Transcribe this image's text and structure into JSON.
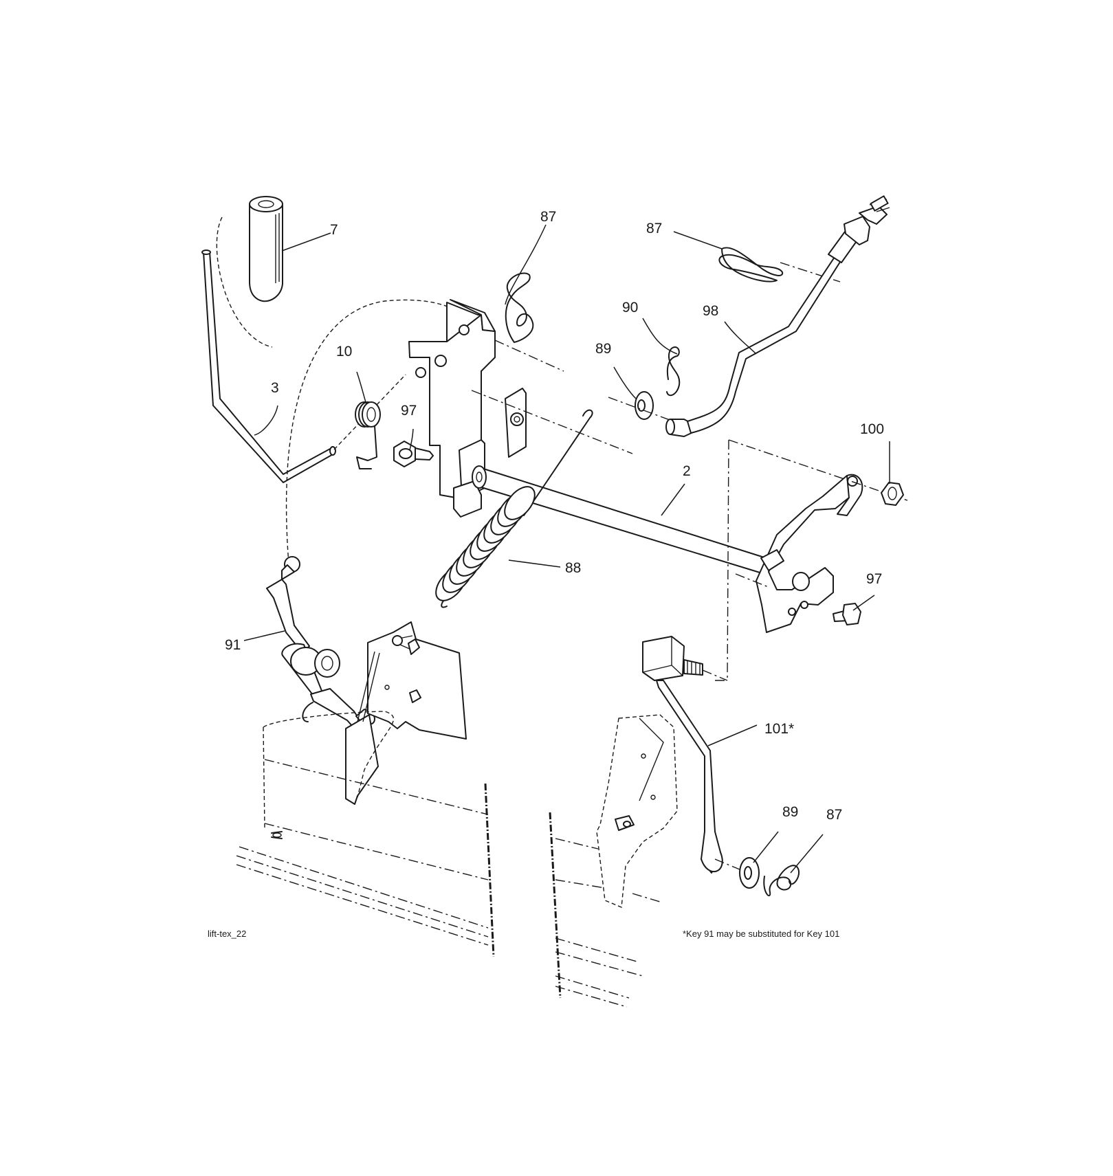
{
  "diagram": {
    "drawing_id": "lift-tex_22",
    "footnote": "*Key 91 may be substituted for Key 101",
    "callouts": {
      "c7": "7",
      "c87a": "87",
      "c87b": "87",
      "c87c": "87",
      "c90": "90",
      "c98": "98",
      "c89a": "89",
      "c89b": "89",
      "c10": "10",
      "c3": "3",
      "c97a": "97",
      "c97b": "97",
      "c100": "100",
      "c2": "2",
      "c88": "88",
      "c91": "91",
      "c101": "101*"
    }
  }
}
